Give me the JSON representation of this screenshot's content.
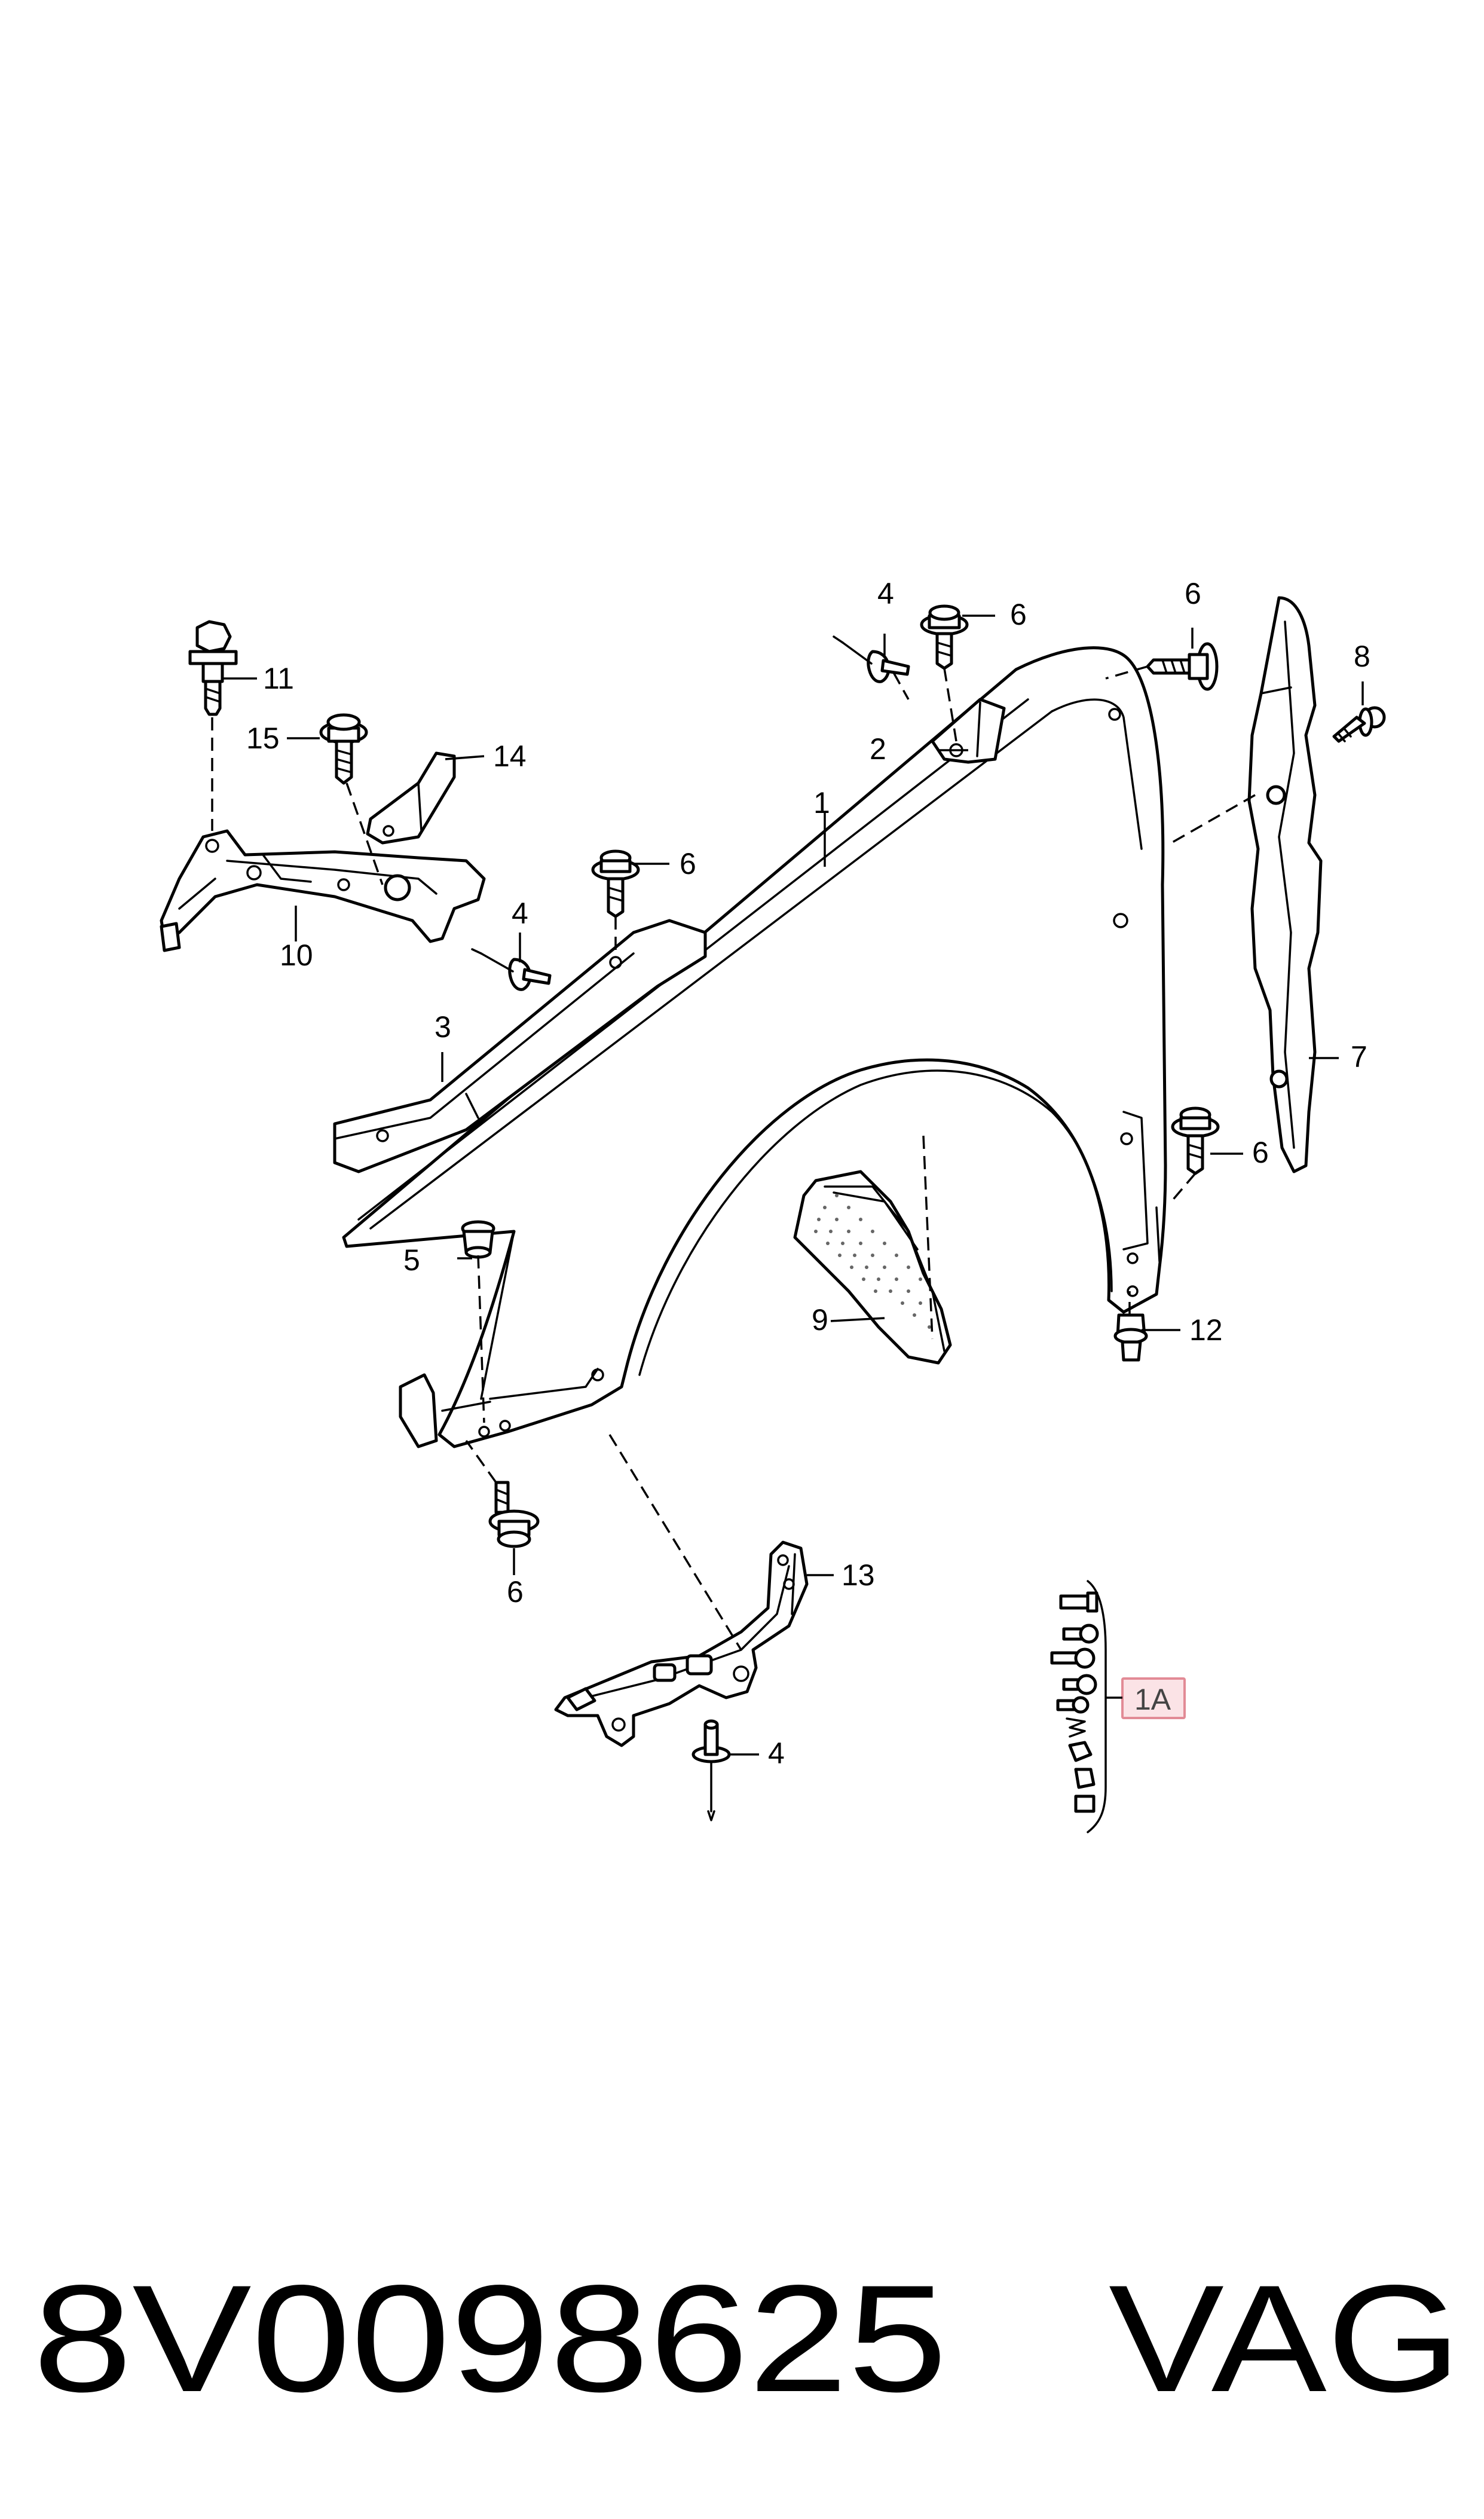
{
  "diagram": {
    "callouts": {
      "c1": "1",
      "c1A": "1A",
      "c2": "2",
      "c3": "3",
      "c4": "4",
      "c5": "5",
      "c6": "6",
      "c7": "7",
      "c8": "8",
      "c9": "9",
      "c10": "10",
      "c11": "11",
      "c12": "12",
      "c13": "13",
      "c14": "14",
      "c15": "15"
    },
    "highlight_color": "#e28b96"
  },
  "footer": {
    "part_number": "8V0098625",
    "brand": "VAG"
  }
}
